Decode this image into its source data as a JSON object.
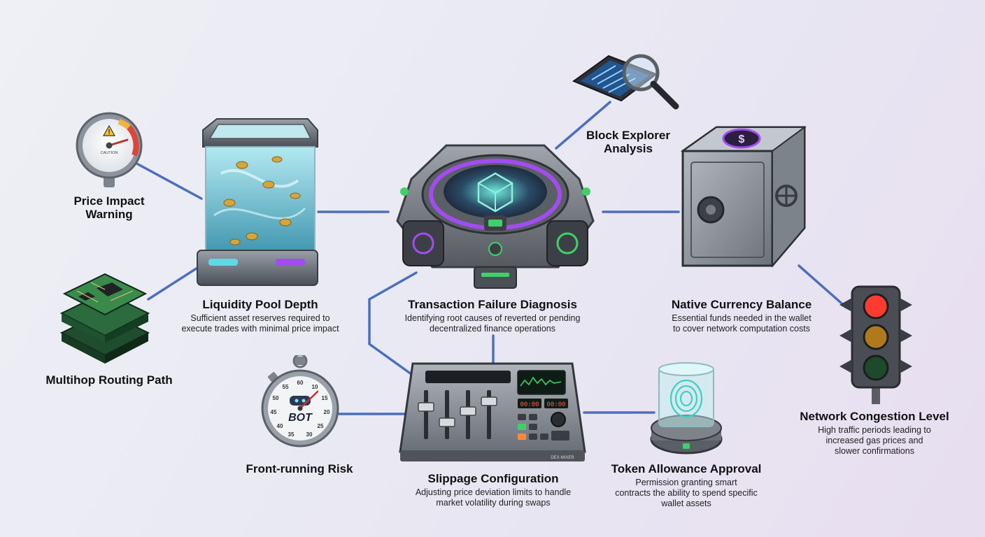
{
  "diagram": {
    "center": {
      "title": "Transaction Failure Diagnosis",
      "description_lines": [
        "Identifying root causes of reverted or pending",
        "decentralized finance operations"
      ]
    },
    "nodes": {
      "price_impact": {
        "title_lines": [
          "Price Impact",
          "Warning"
        ],
        "icon": "pressure-gauge-icon"
      },
      "liquidity_pool": {
        "title_lines": [
          "Liquidity Pool Depth"
        ],
        "description_lines": [
          "Sufficient asset reserves required to",
          "execute trades with minimal price impact"
        ],
        "icon": "liquidity-tank-icon"
      },
      "multihop": {
        "title_lines": [
          "Multihop Routing Path"
        ],
        "icon": "circuit-board-icon"
      },
      "block_explorer": {
        "title_lines": [
          "Block Explorer",
          "Analysis"
        ],
        "icon": "magnifier-tablet-icon"
      },
      "native_balance": {
        "title_lines": [
          "Native Currency Balance"
        ],
        "description_lines": [
          "Essential funds needed in the wallet",
          "to cover network computation costs"
        ],
        "icon": "vault-safe-icon"
      },
      "network_congestion": {
        "title_lines": [
          "Network Congestion Level"
        ],
        "description_lines": [
          "High traffic periods leading to",
          "increased gas prices and",
          "slower confirmations"
        ],
        "icon": "traffic-light-icon"
      },
      "front_running": {
        "title_lines": [
          "Front-running Risk"
        ],
        "icon": "stopwatch-bot-icon"
      },
      "slippage": {
        "title_lines": [
          "Slippage Configuration"
        ],
        "description_lines": [
          "Adjusting price deviation limits to handle",
          "market volatility during swaps"
        ],
        "icon": "mixer-console-icon"
      },
      "token_allowance": {
        "title_lines": [
          "Token Allowance Approval"
        ],
        "description_lines": [
          "Permission granting smart",
          "contracts the ability to spend specific",
          "wallet assets"
        ],
        "icon": "fingerprint-scanner-icon"
      }
    },
    "icon_text": {
      "gauge_face": "CAUTION",
      "stopwatch_face": "BOT",
      "stopwatch_ticks": [
        "60",
        "10",
        "55",
        "15",
        "50",
        "20",
        "45",
        "25",
        "40",
        "35",
        "30"
      ],
      "mixer_display_left": "00:00",
      "mixer_display_right": "00:00",
      "mixer_brand": "DEX-MIXER",
      "vault_symbol": "$"
    },
    "colors": {
      "connector": "#4a6fc0",
      "accent_purple": "#a24cf0",
      "accent_green": "#3fd06a",
      "accent_cyan": "#5fd8e8",
      "metal": "#8a8f98"
    }
  }
}
